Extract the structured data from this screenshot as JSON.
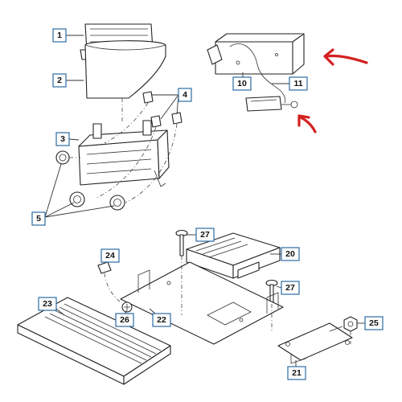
{
  "callouts": [
    {
      "id": "c1",
      "label": "1"
    },
    {
      "id": "c2",
      "label": "2"
    },
    {
      "id": "c3",
      "label": "3"
    },
    {
      "id": "c4",
      "label": "4"
    },
    {
      "id": "c5",
      "label": "5"
    },
    {
      "id": "c10",
      "label": "10"
    },
    {
      "id": "c11",
      "label": "11"
    },
    {
      "id": "c20",
      "label": "20"
    },
    {
      "id": "c21",
      "label": "21"
    },
    {
      "id": "c22",
      "label": "22"
    },
    {
      "id": "c23",
      "label": "23"
    },
    {
      "id": "c24",
      "label": "24"
    },
    {
      "id": "c25",
      "label": "25"
    },
    {
      "id": "c26",
      "label": "26"
    },
    {
      "id": "c27a",
      "label": "27"
    },
    {
      "id": "c27b",
      "label": "27"
    }
  ],
  "colors": {
    "callout_border": "#2b6ca3",
    "annotation_arrows": "#d42020",
    "line_art": "#222222"
  }
}
